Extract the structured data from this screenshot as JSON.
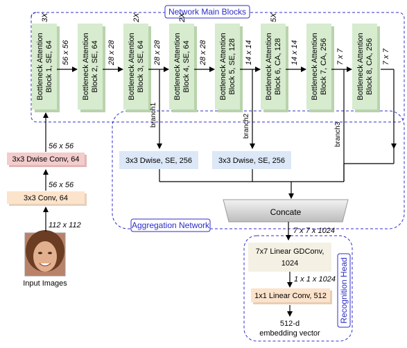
{
  "groups": {
    "main_blocks": "Network Main Blocks",
    "aggregation": "Aggregation Network",
    "recognition": "Recognition Head"
  },
  "blocks": [
    {
      "line1": "Bottleneck Attention",
      "line2": "Block 1, SE, 64",
      "repeat": "3X"
    },
    {
      "line1": "Bottleneck Attention",
      "line2": "Block 2, SE, 64",
      "repeat": ""
    },
    {
      "line1": "Bottleneck Attention",
      "line2": "Block 3, SE, 64",
      "repeat": "2X"
    },
    {
      "line1": "Bottleneck Attention",
      "line2": "Block 4, SE, 64",
      "repeat": "2X"
    },
    {
      "line1": "Bottleneck Attention",
      "line2": "Block 5, SE, 128",
      "repeat": ""
    },
    {
      "line1": "Bottleneck Attention",
      "line2": "Block 6, CA, 128",
      "repeat": "5X"
    },
    {
      "line1": "Bottleneck Attention",
      "line2": "Block 7, CA, 256",
      "repeat": ""
    },
    {
      "line1": "Bottleneck Attention",
      "line2": "Block 8, CA, 256",
      "repeat": ""
    }
  ],
  "between_sizes": [
    "56 x 56",
    "28 x 28",
    "28 x 28",
    "28 x 28",
    "14 x 14",
    "14 x 14",
    "7 x 7",
    "7 x 7"
  ],
  "stem": {
    "input_label": "Input Images",
    "input_size": "112 x 112",
    "conv": "3x3 Conv, 64",
    "conv_out": "56 x 56",
    "dwise": "3x3 Dwise Conv, 64",
    "dwise_out": "56 x 56"
  },
  "branches": {
    "branch1": "branch1",
    "branch2": "branch2",
    "branch3": "branch3",
    "dwise1": "3x3 Dwise, SE, 256",
    "dwise2": "3x3 Dwise, SE, 256"
  },
  "concat": {
    "label": "Concate",
    "out_size": "7 x 7 x 1024"
  },
  "head": {
    "gdconv_line1": "7x7 Linear GDConv,",
    "gdconv_line2": "1024",
    "gdconv_out": "1 x 1 x 1024",
    "linear": "1x1 Linear Conv, 512",
    "embed_line1": "512-d",
    "embed_line2": "embedding vector"
  },
  "colors": {
    "block_fill": "#d7ebcf",
    "block_shadow": "#b9d3ad",
    "dwise_fill": "#f3cccc",
    "conv_fill": "#fce4cc",
    "branch_fill": "#dce8f7",
    "gdconv_fill": "#f4f1e4",
    "linear_fill": "#fbe2cb",
    "group_border": "#2c2cc8"
  }
}
